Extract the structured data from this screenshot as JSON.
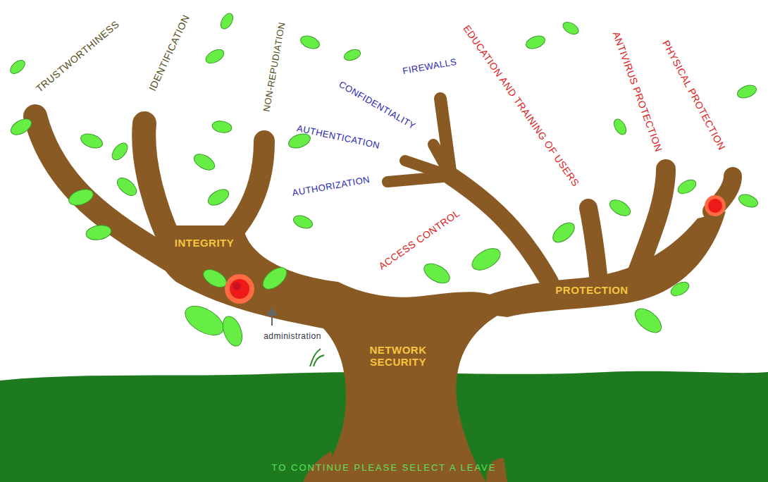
{
  "diagram": {
    "caption": "TO CONTINUE PLEASE SELECT A LEAVE",
    "labels": [
      "TRUSTWORTHINESS",
      "IDENTIFICATION",
      "NON-REPUDIATION",
      "CONFIDENTIALITY",
      "FIREWALLS",
      "AUTHENTICATION",
      "EDUCATION AND TRAINING OF USERS",
      "ANTIVIRUS PROTECTION",
      "PHYSICAL PROTECTION",
      "AUTHORIZATION",
      "ACCESS CONTROL",
      "INTEGRITY",
      "PROTECTION",
      "NETWORK SECURITY",
      "administration"
    ]
  }
}
